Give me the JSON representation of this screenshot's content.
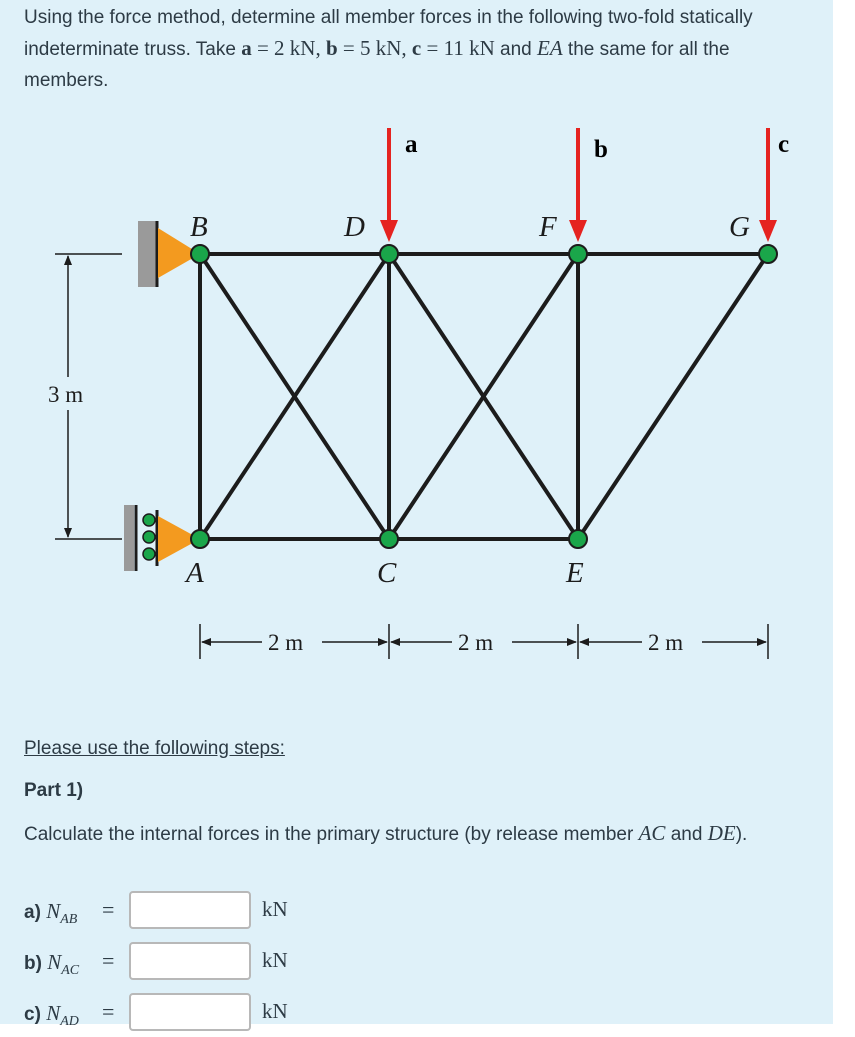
{
  "question": {
    "part1": "Using the force method, determine all member forces in the following two-fold statically indeterminate truss. Take ",
    "a_sym": "a",
    "a_val": " = 2 kN, ",
    "b_sym": "b",
    "b_val": " = 5 kN, ",
    "c_sym": "c",
    "c_val": " = 11 kN",
    "and": " and ",
    "EA": "EA",
    "tail": " the same for all the members."
  },
  "figure": {
    "loads": [
      "a",
      "b",
      "c"
    ],
    "nodes": [
      "B",
      "D",
      "F",
      "G",
      "A",
      "C",
      "E"
    ],
    "height_dim": "3 m",
    "spans": [
      "2 m",
      "2 m",
      "2 m"
    ],
    "colors": {
      "member": "#1c1c1c",
      "node": "#1aa64a",
      "load": "#e52320",
      "support": "#f39a1f",
      "wall": "#9a9a9a"
    }
  },
  "steps_link": "Please use the following steps:",
  "part": {
    "title": "Part 1)",
    "desc_pre": "Calculate the internal forces in the primary structure (by release member ",
    "desc_m1": "AC",
    "desc_and": " and ",
    "desc_m2": "DE",
    "desc_post": ")."
  },
  "answers": [
    {
      "label": "a)",
      "sym": "N",
      "sub": "AB",
      "eq": "=",
      "value": "",
      "unit": "kN"
    },
    {
      "label": "b)",
      "sym": "N",
      "sub": "AC",
      "eq": "=",
      "value": "",
      "unit": "kN"
    },
    {
      "label": "c)",
      "sym": "N",
      "sub": "AD",
      "eq": "=",
      "value": "",
      "unit": "kN"
    }
  ]
}
